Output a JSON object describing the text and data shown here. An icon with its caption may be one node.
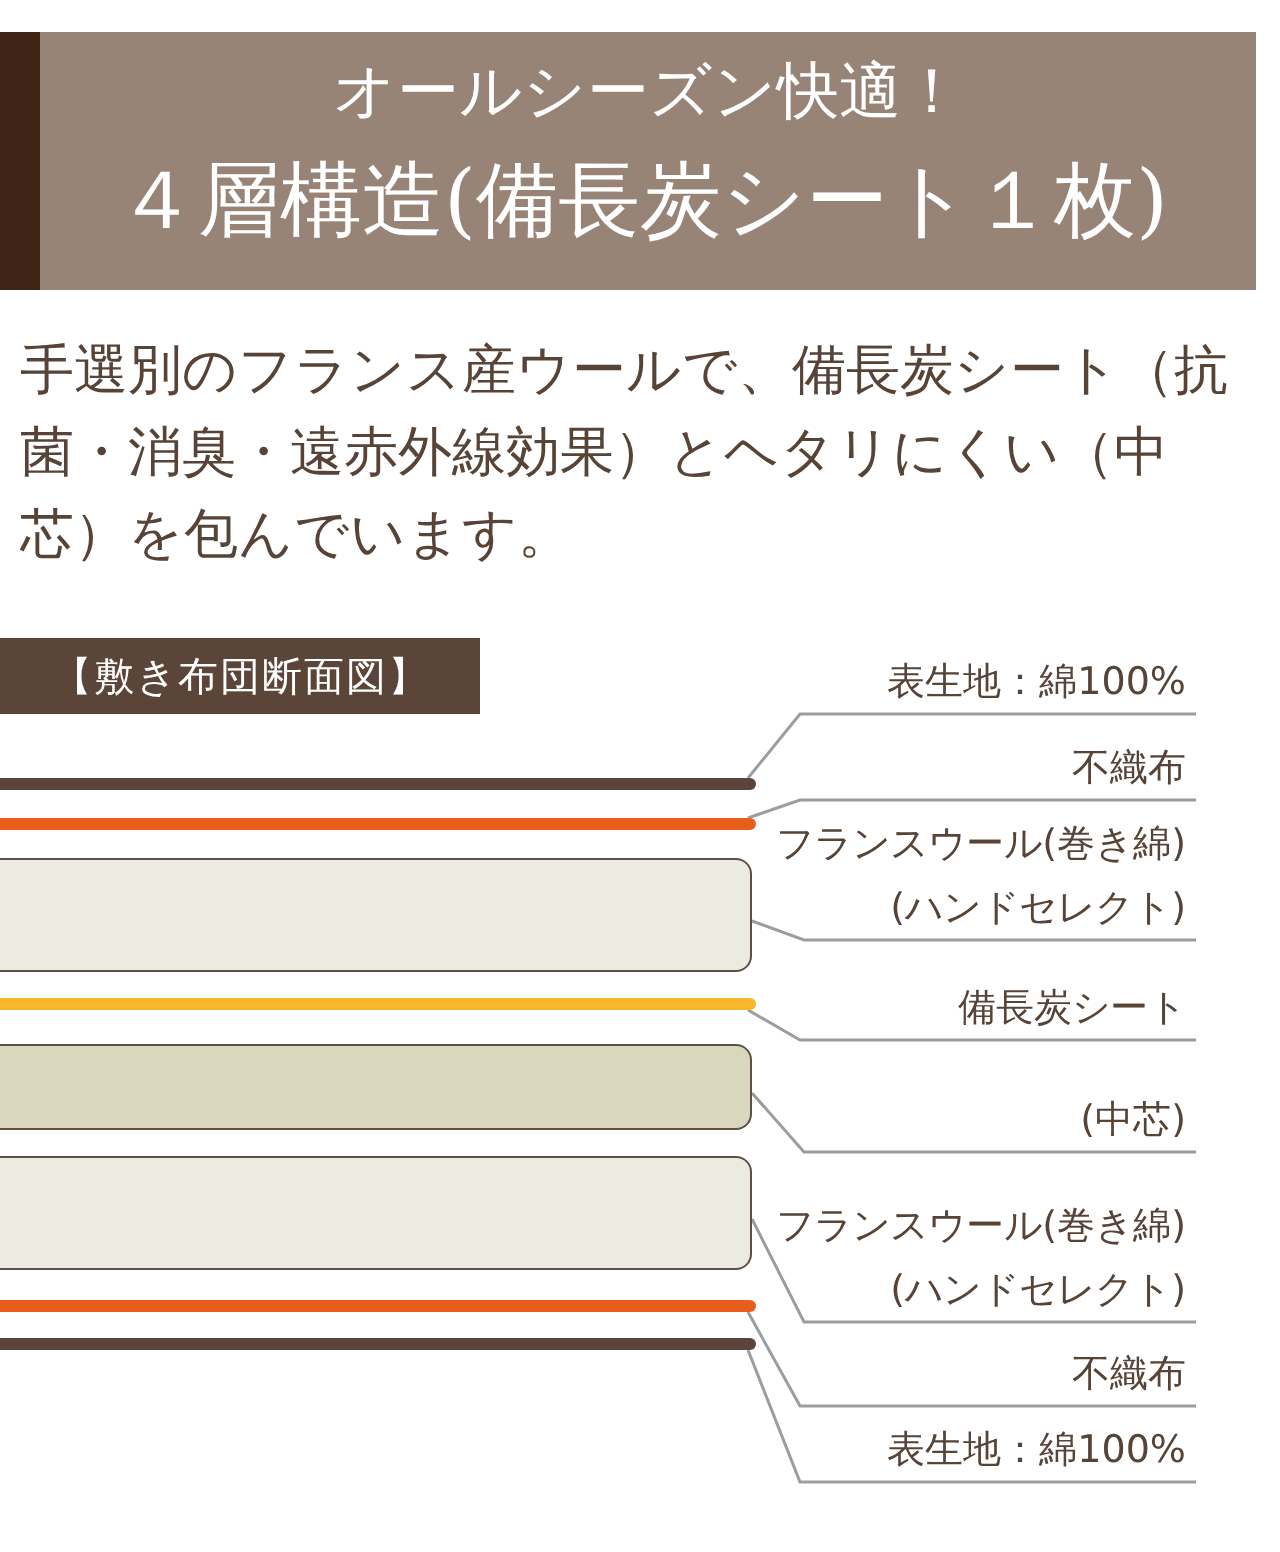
{
  "diagram": {
    "nodes": [
      {
        "text": [
          "オールシーズン快適！",
          "４層構造(備長炭シート１枚)"
        ]
      },
      {
        "text": [
          "【敷き布団断面図】"
        ]
      },
      {
        "text": [
          "表生地：綿100%"
        ]
      },
      {
        "text": [],
        "shape": "bar"
      },
      {
        "text": [
          "不織布"
        ]
      },
      {
        "text": [],
        "shape": "bar"
      },
      {
        "text": [
          "フランスウール(巻き綿)(ハンドセレクト)"
        ]
      },
      {
        "text": [],
        "shape": "box"
      },
      {
        "text": [
          "備長炭シート"
        ]
      },
      {
        "text": [],
        "shape": "bar"
      },
      {
        "text": [
          "(中芯)"
        ]
      },
      {
        "text": [],
        "shape": "box"
      },
      {
        "text": [
          "フランスウール(巻き綿)(ハンドセレクト)"
        ]
      },
      {
        "text": [],
        "shape": "box"
      },
      {
        "text": [
          "不織布"
        ]
      },
      {
        "text": [],
        "shape": "bar"
      },
      {
        "text": [
          "表生地：綿100%"
        ]
      },
      {
        "text": [],
        "shape": "bar"
      }
    ],
    "edges": [
      {
        "from": 2,
        "to": 3,
        "arrow": "none"
      },
      {
        "from": 4,
        "to": 5,
        "arrow": "none"
      },
      {
        "from": 6,
        "to": 7,
        "arrow": "none"
      },
      {
        "from": 8,
        "to": 9,
        "arrow": "none"
      },
      {
        "from": 10,
        "to": 11,
        "arrow": "none"
      },
      {
        "from": 12,
        "to": 13,
        "arrow": "none"
      },
      {
        "from": 14,
        "to": 15,
        "arrow": "none"
      },
      {
        "from": 16,
        "to": 17,
        "arrow": "none"
      }
    ],
    "labels": [
      "手選別のフランス産ウールで、備長炭シート（抗菌・消臭・遠赤外線効果）とヘタリにくい（中芯）を包んでいます。"
    ]
  }
}
